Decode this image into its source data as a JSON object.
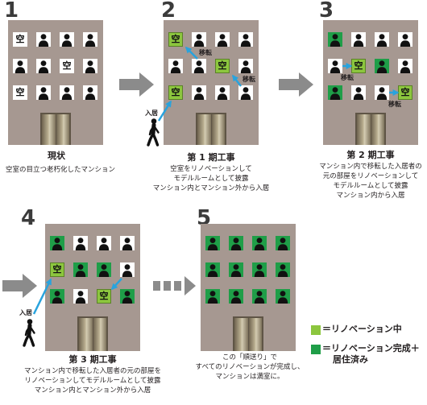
{
  "stages": [
    {
      "number": "1",
      "title": "現状",
      "description": [
        "空室の目立つ老朽化したマンション"
      ],
      "windows": [
        [
          "vacant-window-icon",
          "occupied-window-icon",
          "occupied-window-icon",
          "occupied-window-icon"
        ],
        [
          "occupied-window-icon",
          "occupied-window-icon",
          "vacant-window-icon",
          "occupied-window-icon"
        ],
        [
          "vacant-window-icon",
          "occupied-window-icon",
          "occupied-window-icon",
          "occupied-window-icon"
        ]
      ]
    },
    {
      "number": "2",
      "title": "第 1 期工事",
      "description": [
        "空室をリノベーションして",
        "モデルルームとして披露",
        "マンション内とマンション外から入居"
      ],
      "windows": [
        [
          "renovating-window-icon",
          "occupied-window-icon",
          "occupied-window-icon",
          "occupied-window-icon"
        ],
        [
          "occupied-window-icon",
          "occupied-window-icon",
          "renovating-window-icon",
          "occupied-window-icon"
        ],
        [
          "renovating-window-icon",
          "occupied-window-icon",
          "occupied-window-icon",
          "occupied-window-icon"
        ]
      ]
    },
    {
      "number": "3",
      "title": "第 2 期工事",
      "description": [
        "マンション内で移転した入居者の",
        "元の部屋をリノベーションして",
        "モデルルームとして披露",
        "マンション内から入居"
      ],
      "windows": [
        [
          "completed-window-icon",
          "occupied-window-icon",
          "occupied-window-icon",
          "occupied-window-icon"
        ],
        [
          "occupied-window-icon",
          "renovating-window-icon",
          "completed-window-icon",
          "occupied-window-icon"
        ],
        [
          "completed-window-icon",
          "occupied-window-icon",
          "occupied-window-icon",
          "renovating-window-icon"
        ]
      ]
    },
    {
      "number": "4",
      "title": "第 3 期工事",
      "description": [
        "マンション内で移転した入居者の元の部屋を",
        "リノベーションしてモデルルームとして披露",
        "マンション内とマンション外から入居"
      ],
      "windows": [
        [
          "completed-window-icon",
          "occupied-window-icon",
          "occupied-window-icon",
          "occupied-window-icon"
        ],
        [
          "renovating-window-icon",
          "completed-window-icon",
          "completed-window-icon",
          "occupied-window-icon"
        ],
        [
          "completed-window-icon",
          "occupied-window-icon",
          "renovating-window-icon",
          "completed-window-icon"
        ]
      ]
    },
    {
      "number": "5",
      "description": [
        "この「順送り」で",
        "すべてのリノベーションが完成し、",
        "マンションは満室に。"
      ],
      "windows": [
        [
          "completed-window-icon",
          "completed-window-icon",
          "completed-window-icon",
          "completed-window-icon"
        ],
        [
          "completed-window-icon",
          "completed-window-icon",
          "completed-window-icon",
          "completed-window-icon"
        ],
        [
          "completed-window-icon",
          "completed-window-icon",
          "completed-window-icon",
          "completed-window-icon"
        ]
      ]
    }
  ],
  "labels": {
    "vacant": "空",
    "move": "移転",
    "move_in": "入居"
  },
  "legend": [
    {
      "color": "#8cc63e",
      "lines": [
        "＝リノベーション中"
      ]
    },
    {
      "color": "#1f9e48",
      "lines": [
        "＝リノベーション完成＋",
        "居住済み"
      ]
    }
  ],
  "colors": {
    "building": "#a69891",
    "renovating": "#8cc63e",
    "completed": "#1f9e48",
    "flow_arrow": "#8b8b8b",
    "move_arrow": "#29a3dd",
    "number": "#3b3b3b"
  }
}
